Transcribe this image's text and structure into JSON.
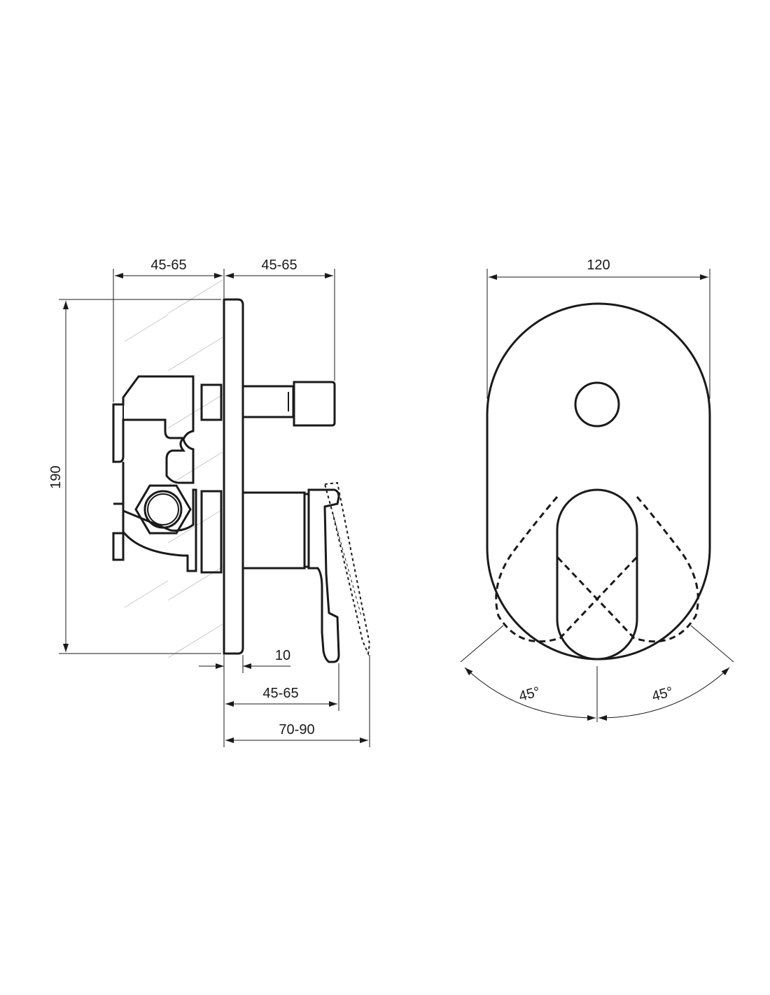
{
  "side_view": {
    "dim_top_left": "45-65",
    "dim_top_right": "45-65",
    "dim_height": "190",
    "dim_plate": "10",
    "dim_lever": "45-65",
    "dim_total": "70-90"
  },
  "front_view": {
    "dim_width": "120",
    "angle_left": "45°",
    "angle_right": "45°"
  },
  "colors": {
    "line": "#1a1a1a",
    "hatch": "#c8c8c8",
    "background": "#ffffff"
  }
}
